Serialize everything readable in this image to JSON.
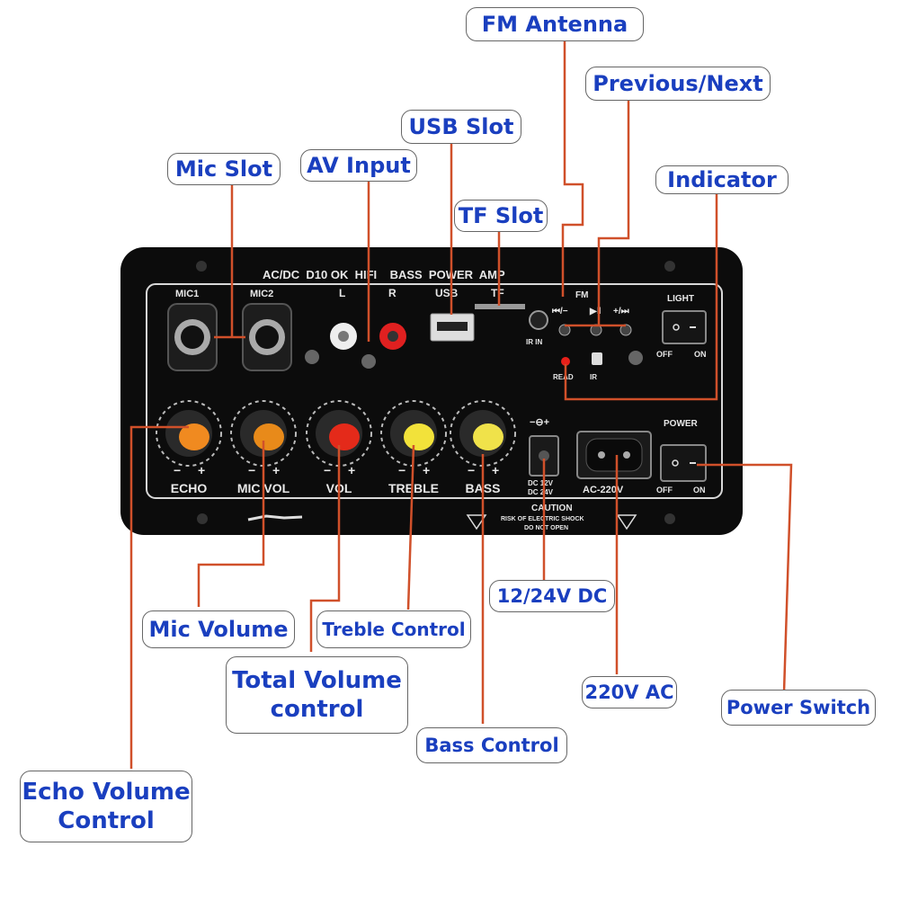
{
  "panel": {
    "title": "AC/DC  D10 OK  HIFI    BASS  POWER  AMP",
    "jacks": {
      "mic1": "MIC1",
      "mic2": "MIC2",
      "left": "L",
      "right": "R",
      "usb": "USB",
      "tf": "TF",
      "ir_in": "IR IN",
      "fm": "FM",
      "prev": "⏮/−",
      "play": "▶‖",
      "next": "+/⏭",
      "read": "READ",
      "ir": "IR"
    },
    "switches": {
      "light_label": "LIGHT",
      "light_off": "OFF",
      "light_on": "ON",
      "power_label": "POWER",
      "power_off": "OFF",
      "power_on": "ON"
    },
    "knobs": [
      {
        "label": "ECHO",
        "color": "#f08a20"
      },
      {
        "label": "MIC VOL",
        "color": "#e88a1a"
      },
      {
        "label": "VOL",
        "color": "#e42a1a"
      },
      {
        "label": "TREBLE",
        "color": "#f2e23a"
      },
      {
        "label": "BASS",
        "color": "#f0e24a"
      }
    ],
    "knob_minus": "−",
    "knob_plus": "+",
    "dc_symbol": "−⊖+",
    "dc_label": "DC 12V\nDC 24V",
    "ac_label": "AC-220V",
    "caution_title": "CAUTION",
    "caution_line1": "RISK OF ELECTRIC SHOCK",
    "caution_line2": "DO NOT OPEN"
  },
  "callouts": {
    "fm_antenna": "FM Antenna",
    "previous_next": "Previous/Next",
    "usb_slot": "USB Slot",
    "mic_slot": "Mic Slot",
    "av_input": "AV Input",
    "indicator": "Indicator",
    "tf_slot": "TF Slot",
    "mic_volume": "Mic Volume",
    "treble_control": "Treble Control",
    "dc_input": "12/24V DC",
    "total_volume_1": "Total Volume",
    "total_volume_2": "control",
    "ac_input": "220V AC",
    "power_switch": "Power Switch",
    "bass_control": "Bass Control",
    "echo_volume_1": "Echo Volume",
    "echo_volume_2": "Control"
  },
  "colors": {
    "callout_text": "#1a3fbf",
    "leader_line": "#d0502a",
    "panel": "#0c0c0c",
    "panel_print": "#e8e8e8"
  }
}
